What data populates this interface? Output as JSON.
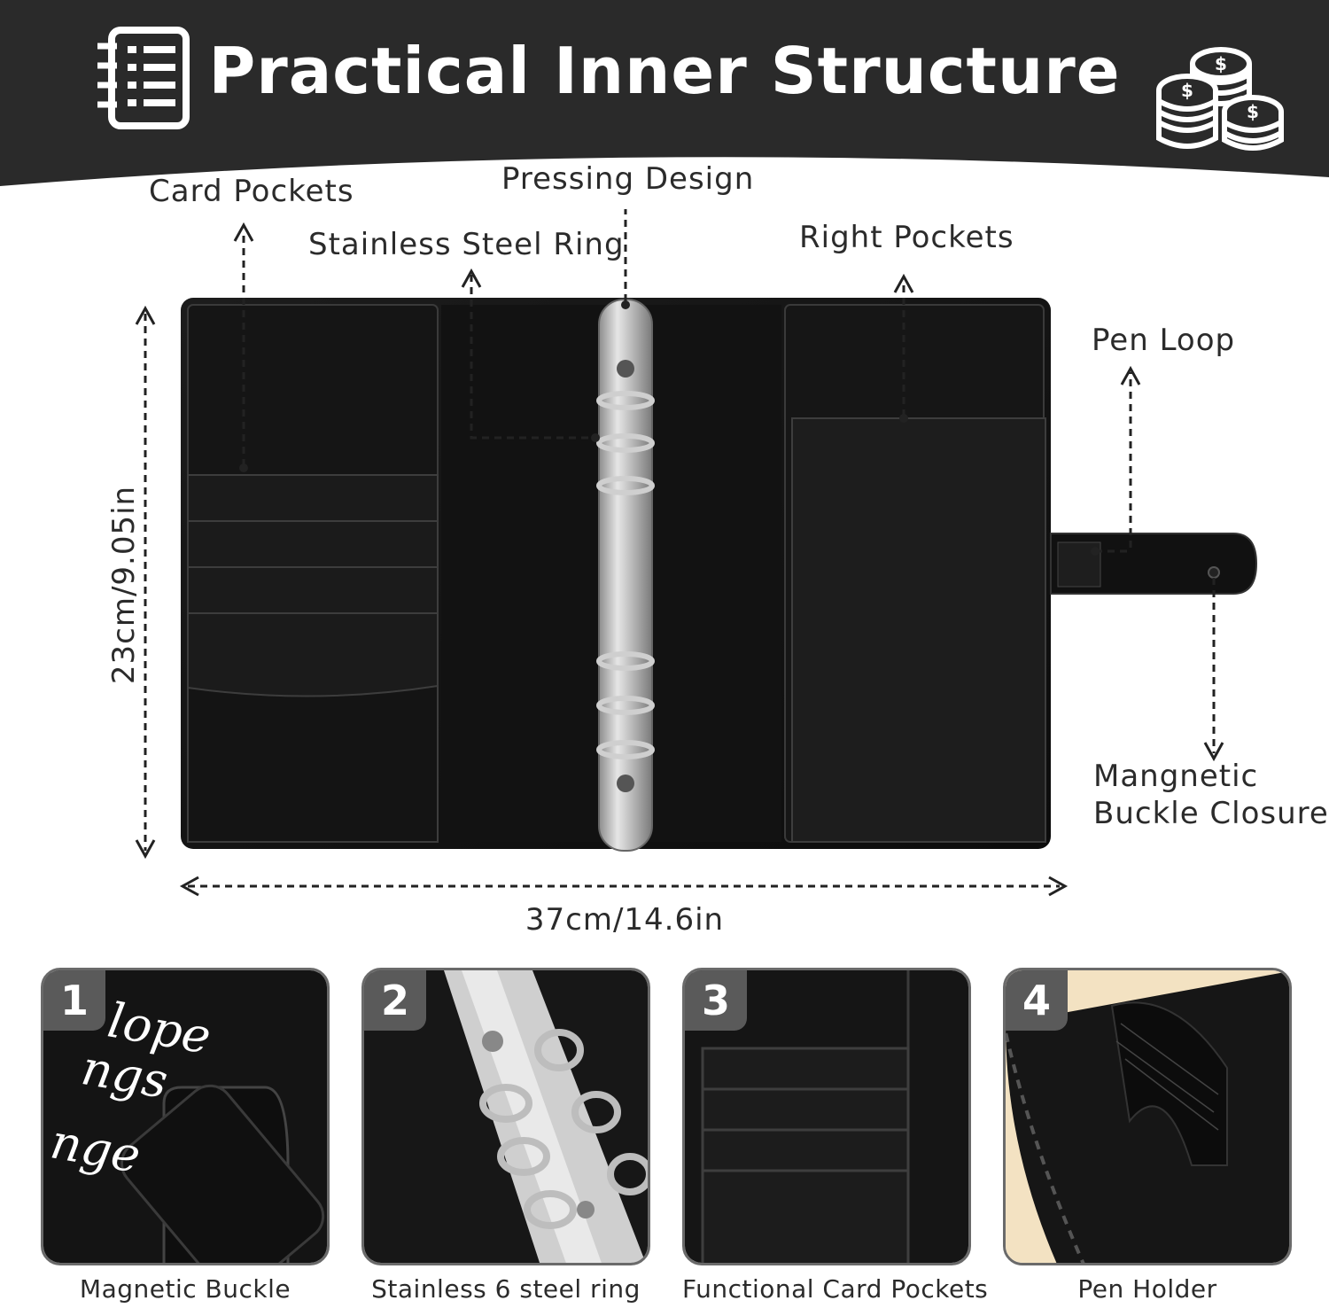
{
  "banner": {
    "title": "Practical Inner Structure",
    "background_color": "#2a2a2a",
    "left_icon": "notebook-list-icon",
    "right_icon": "coin-stacks-icon"
  },
  "callouts": {
    "card_pockets": "Card Pockets",
    "pressing_design": "Pressing Design",
    "stainless_steel_ring": "Stainless Steel Ring",
    "right_pockets": "Right Pockets",
    "pen_loop": "Pen Loop",
    "magnetic_line1": "Mangnetic",
    "magnetic_line2": "Buckle Closure"
  },
  "dimensions": {
    "height": "23cm/9.05in",
    "width": "37cm/14.6in"
  },
  "features": [
    {
      "number": "1",
      "caption": "Magnetic Buckle",
      "overlay_text": [
        "lope",
        "ngs",
        "nge"
      ]
    },
    {
      "number": "2",
      "caption": "Stainless 6 steel ring"
    },
    {
      "number": "3",
      "caption": "Functional Card Pockets"
    },
    {
      "number": "4",
      "caption": "Pen Holder"
    }
  ]
}
